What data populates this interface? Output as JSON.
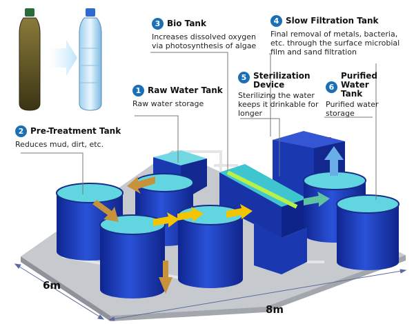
{
  "labels": [
    {
      "num": "1",
      "title": "Raw Water Tank",
      "desc": "Raw water storage"
    },
    {
      "num": "2",
      "title": "Pre-Treatment Tank",
      "desc": "Reduces mud, dirt, etc."
    },
    {
      "num": "3",
      "title": "Bio Tank",
      "desc": "Increases dissolved oxygen\nvia photosynthesis of algae"
    },
    {
      "num": "4",
      "title": "Slow Filtration Tank",
      "desc": "Final removal of metals, bacteria,\netc. through the surface microbial\nfilm and sand filtration"
    },
    {
      "num": "5",
      "title": "Sterilization\nDevice",
      "desc": "Sterilizing the water\nkeeps it drinkable for\nlonger"
    },
    {
      "num": "6",
      "title": "Purified\nWater\nTank",
      "desc": "Purified water\nstorage"
    }
  ],
  "dimensions": {
    "depth": "6m",
    "width": "8m"
  },
  "colors": {
    "tank": "#1f3fb8",
    "tank_dark": "#12268a",
    "water": "#5fd7e0",
    "platform": "#b9bcc2",
    "flow_arrow": "#f5c400",
    "brown_arrow": "#c8923a",
    "clean_arrow": "#6aaee8"
  }
}
